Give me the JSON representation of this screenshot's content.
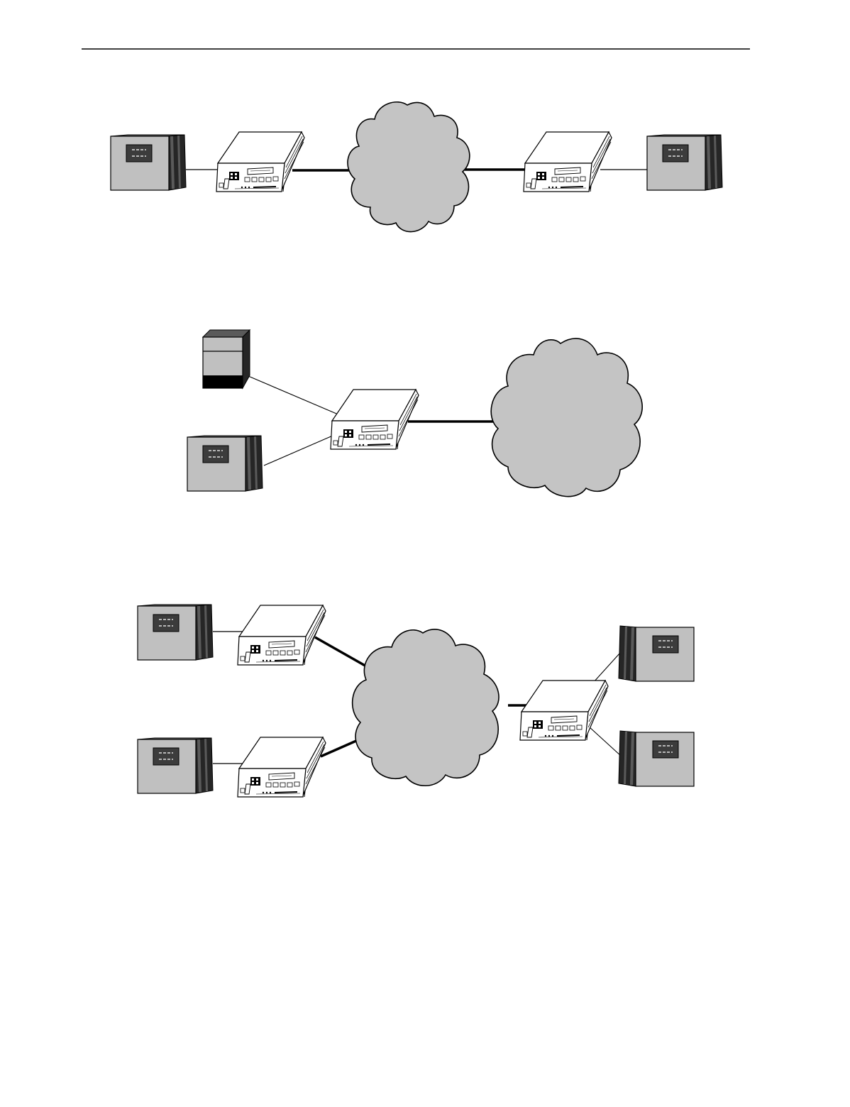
{
  "page": {
    "background": "#ffffff",
    "header_rule": true
  },
  "colors": {
    "device_fill": "#c0c0c0",
    "device_shadow": "#262626",
    "panel_fill": "#3c3c3c",
    "cloud_fill": "#c4c4c4",
    "line": "#000000",
    "csu_fill": "#ffffff"
  },
  "diagrams": [
    {
      "id": "point-to-point",
      "description_icons": [
        "host-computer",
        "csu-dsu",
        "network-cloud",
        "csu-dsu",
        "host-computer"
      ],
      "text_labels": []
    },
    {
      "id": "multi-host-single-csu",
      "description_icons": [
        "tower-server",
        "host-computer",
        "csu-dsu",
        "network-cloud"
      ],
      "text_labels": []
    },
    {
      "id": "multipoint",
      "description_icons": [
        "host-computer",
        "host-computer",
        "csu-dsu",
        "csu-dsu",
        "network-cloud",
        "csu-dsu",
        "host-computer",
        "host-computer"
      ],
      "text_labels": []
    }
  ]
}
